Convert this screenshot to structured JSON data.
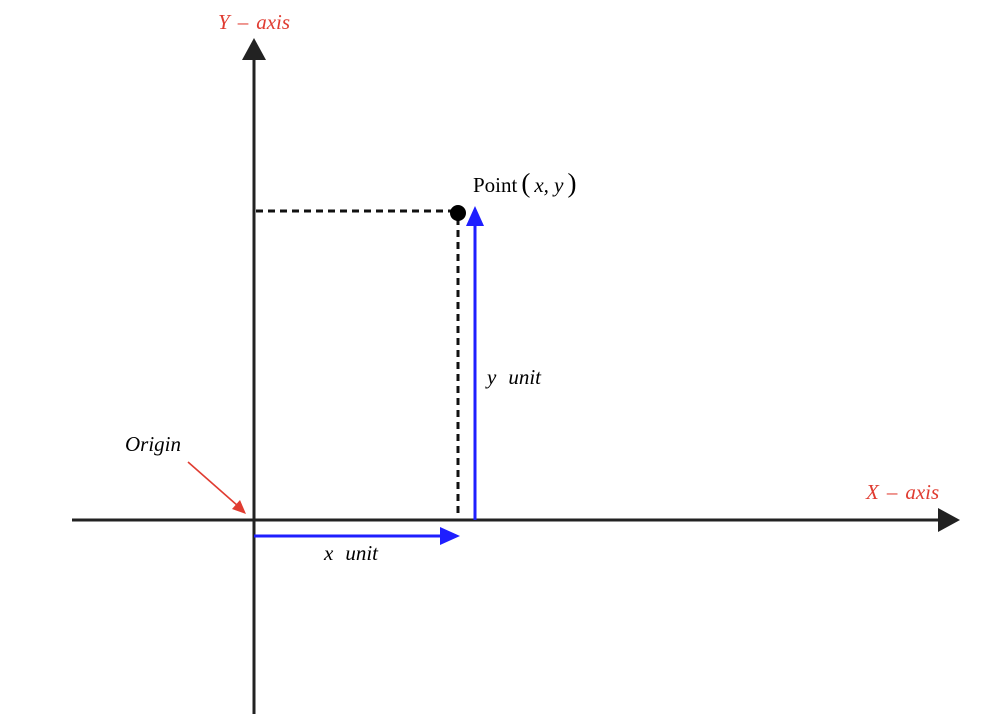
{
  "labels": {
    "y_axis_letter": "Y",
    "y_axis_dash": "–",
    "y_axis_word": "axis",
    "x_axis_letter": "X",
    "x_axis_dash": "–",
    "x_axis_word": "axis",
    "origin": "Origin",
    "point_word": "Point",
    "point_open_paren": "(",
    "point_coords": "x, y",
    "point_close_paren": ")",
    "x_unit_var": "x",
    "x_unit_word": "unit",
    "y_unit_var": "y",
    "y_unit_word": "unit"
  },
  "colors": {
    "axis": "#222222",
    "axis_label": "#e03c31",
    "origin_arrow": "#e03c31",
    "unit_arrow": "#1f1fff",
    "dashed_line": "#111111",
    "point": "#000000",
    "text": "#000000"
  }
}
